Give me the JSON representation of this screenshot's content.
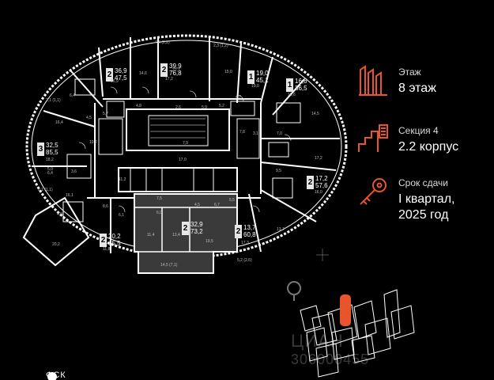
{
  "info": {
    "floor_label": "Этаж",
    "floor_value": "8 этаж",
    "section_label": "Секция 4",
    "section_value": "2.2 корпус",
    "delivery_label": "Срок сдачи",
    "delivery_value_line1": "I квартал,",
    "delivery_value_line2": "2025 год",
    "accent_color": "#e8542c"
  },
  "apartments": [
    {
      "rooms": "2",
      "area_line1": "36,9",
      "area_line2": "47,5"
    },
    {
      "rooms": "2",
      "area_line1": "39,9",
      "area_line2": "76,8"
    },
    {
      "rooms": "1",
      "area_line1": "19,0",
      "area_line2": "45,1"
    },
    {
      "rooms": "1",
      "area_line1": "16,8",
      "area_line2": "36,5"
    },
    {
      "rooms": "3",
      "area_line1": "32,5",
      "area_line2": "85,5"
    },
    {
      "rooms": "2",
      "area_line1": "17,2",
      "area_line2": "57,6"
    },
    {
      "rooms": "2",
      "area_line1": "32,9",
      "area_line2": "73,2"
    },
    {
      "rooms": "2",
      "area_line1": "13,7",
      "area_line2": "60,8"
    },
    {
      "rooms": "2",
      "area_line1": "20,2",
      "area_line2": "65,5"
    }
  ],
  "room_dims": [
    "4,4 (2,2)",
    "2,3 (1,2)",
    "14,6",
    "22,7",
    "15,0",
    "17,2",
    "16,9",
    "19,0",
    "16,6",
    "6,4",
    "16,4",
    "4,5",
    "5,7",
    "4,8",
    "2,6",
    "5,9",
    "5,2",
    "4,7",
    "14,5",
    "7,8",
    "18,2",
    "10,2",
    "5,0",
    "3,6",
    "7,9",
    "17,0",
    "3,1",
    "6,4",
    "16,1",
    "8,6",
    "11,2",
    "6,1",
    "7,0",
    "9,5",
    "17,2",
    "16,0",
    "2,1 (1,1)",
    "2,1 (1,1)",
    "4,9",
    "20,2",
    "7,5",
    "6,0",
    "5,5",
    "6,7",
    "4,5",
    "11,4",
    "13,4",
    "13,7",
    "11,8",
    "19,5",
    "17,3",
    "14,5 (7,1)",
    "5,2 (2,6)"
  ],
  "watermark": "ЦИАН\n306000455",
  "brand": "ФСК"
}
